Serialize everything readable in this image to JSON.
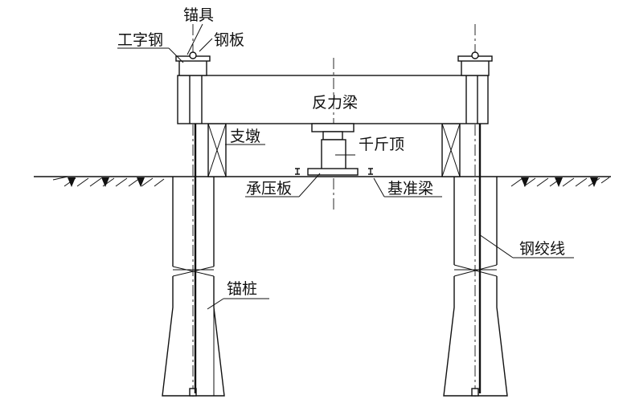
{
  "labels": {
    "anchorage": "锚具",
    "i_beam": "工字钢",
    "steel_plate": "钢板",
    "reaction_beam": "反力梁",
    "support_pier": "支墩",
    "jack": "千斤顶",
    "bearing_plate": "承压板",
    "datum_beam": "基准梁",
    "steel_strand": "钢绞线",
    "anchor_pile": "锚桩"
  }
}
